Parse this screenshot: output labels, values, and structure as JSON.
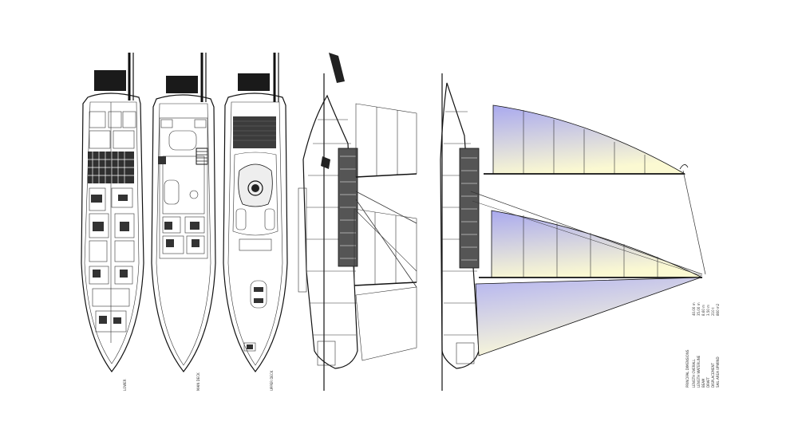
{
  "plans": [
    {
      "id": "lower-deck",
      "label": "LOWER"
    },
    {
      "id": "main-deck",
      "label": "MAIN DECK"
    },
    {
      "id": "upper-deck",
      "label": "UPPER DECK"
    }
  ],
  "spec": {
    "title": "PRINCIPAL DIMENSIONS",
    "rows": [
      {
        "label": "LENGTH OVERALL",
        "value": "40.00 m"
      },
      {
        "label": "LENGTH WATERLINE",
        "value": "35.00 m"
      },
      {
        "label": "BEAM",
        "value": "8.60 m"
      },
      {
        "label": "DRAFT",
        "value": "3.50 m"
      },
      {
        "label": "DISPLACEMENT",
        "value": "210 t"
      },
      {
        "label": "SAIL AREA UPWIND",
        "value": "860 m2"
      }
    ]
  },
  "colors": {
    "line": "#111111",
    "sail_top": "#a9a9ef",
    "sail_bottom": "#fbf9d2",
    "dense": "#1a1a1a"
  }
}
